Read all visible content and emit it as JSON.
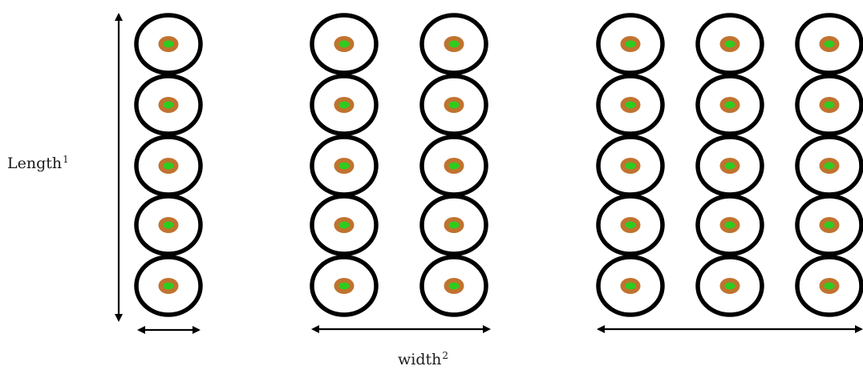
{
  "labels": {
    "length": {
      "text": "Length",
      "superscript": "1"
    },
    "width": {
      "text": "width",
      "superscript": "2"
    }
  },
  "colors": {
    "ring": "#000000",
    "outer_dot": "#c0732f",
    "inner_dot": "#2ecc1f",
    "arrow": "#000000"
  },
  "groups": [
    {
      "name": "one-column",
      "columns": 1,
      "rows": 5
    },
    {
      "name": "two-columns",
      "columns": 2,
      "rows": 5
    },
    {
      "name": "three-columns",
      "columns": 3,
      "rows": 5
    }
  ]
}
